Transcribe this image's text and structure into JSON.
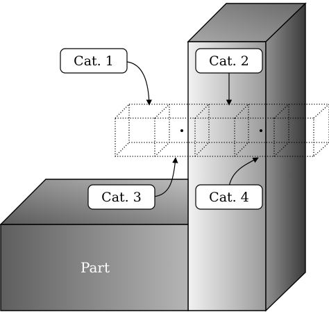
{
  "diagram": {
    "part_label": "Part",
    "categories": [
      {
        "id": "cat1",
        "label": "Cat. 1"
      },
      {
        "id": "cat2",
        "label": "Cat. 2"
      },
      {
        "id": "cat3",
        "label": "Cat. 3"
      },
      {
        "id": "cat4",
        "label": "Cat. 4"
      }
    ]
  }
}
